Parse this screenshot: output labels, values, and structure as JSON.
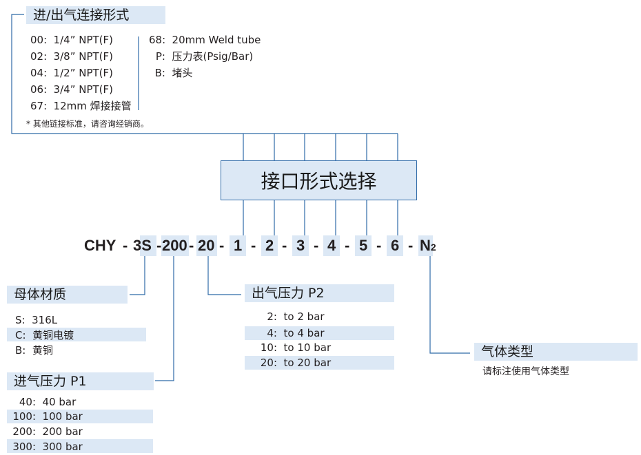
{
  "inlet_outlet": {
    "title": "进/出气连接形式",
    "col1": [
      {
        "key": "00:",
        "val": "1/4” NPT(F)"
      },
      {
        "key": "02:",
        "val": "3/8” NPT(F)"
      },
      {
        "key": "04:",
        "val": "1/2” NPT(F)"
      },
      {
        "key": "06:",
        "val": "3/4” NPT(F)"
      },
      {
        "key": "67:",
        "val": "12mm 焊接接管"
      }
    ],
    "col2": [
      {
        "key": "68:",
        "val": "20mm Weld tube"
      },
      {
        "key": "P:",
        "val": "压力表(Psig/Bar)"
      },
      {
        "key": "B:",
        "val": "堵头"
      }
    ],
    "note": "* 其他链接标准，请咨询经销商。"
  },
  "port_box": {
    "label": "接口形式选择"
  },
  "code": {
    "parts": [
      "CHY",
      "-",
      "3S",
      "-",
      "200",
      "-",
      "20",
      "-",
      "1",
      "-",
      "2",
      "-",
      "3",
      "-",
      "4",
      "-",
      "5",
      "-",
      "6",
      "-",
      "N"
    ],
    "subscript": "2"
  },
  "body_material": {
    "title": "母体材质",
    "items": [
      {
        "key": "S:",
        "val": "316L"
      },
      {
        "key": "C:",
        "val": "黄铜电镀"
      },
      {
        "key": "B:",
        "val": "黄铜"
      }
    ]
  },
  "inlet_pressure": {
    "title": "进气压力 P1",
    "items": [
      {
        "key": "40:",
        "val": "40 bar"
      },
      {
        "key": "100:",
        "val": "100 bar"
      },
      {
        "key": "200:",
        "val": "200 bar"
      },
      {
        "key": "300:",
        "val": "300 bar"
      }
    ]
  },
  "outlet_pressure": {
    "title": "出气压力 P2",
    "items": [
      {
        "key": "2:",
        "val": "to 2 bar"
      },
      {
        "key": "4:",
        "val": "to 4 bar"
      },
      {
        "key": "10:",
        "val": "to 10 bar"
      },
      {
        "key": "20:",
        "val": "to 20 bar"
      }
    ]
  },
  "gas_type": {
    "title": "气体类型",
    "desc": "请标注使用气体类型"
  },
  "colors": {
    "highlight": "#dce8f5",
    "line": "#2f6aa8",
    "text": "#231f20"
  }
}
